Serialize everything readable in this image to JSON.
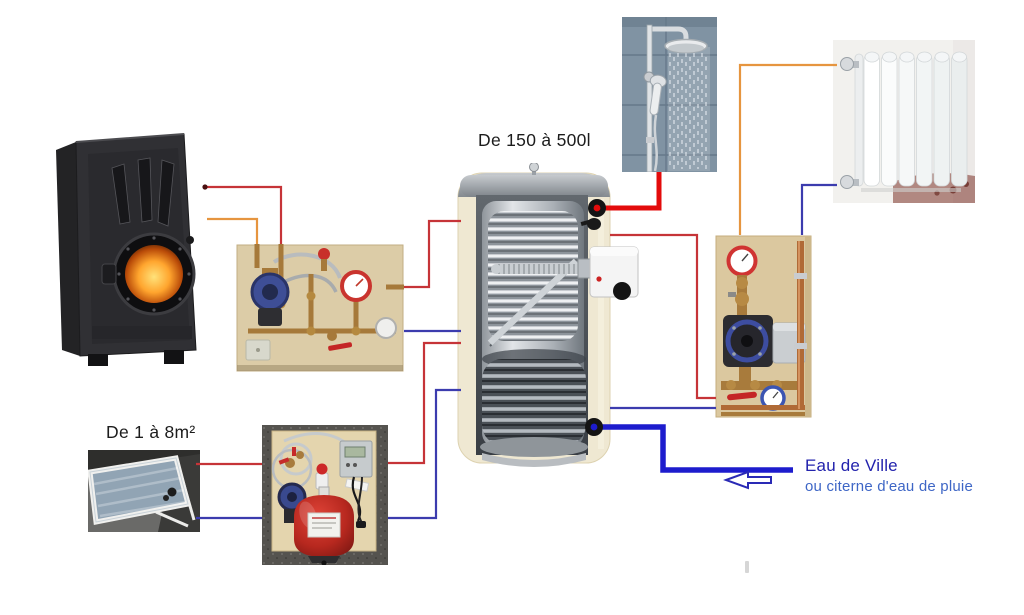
{
  "labels": {
    "tank_capacity": "De 150 à 500l",
    "solar_area": "De 1 à 8m²",
    "water_main": "Eau de Ville",
    "water_main_alt": "ou citerne d'eau de pluie"
  },
  "components": [
    "wood-stove-photo",
    "loading-unit-pump-group-photo",
    "buffer-tank-cutaway-with-coils-and-electric-heater",
    "shower-photo",
    "radiator-photo",
    "heating-pump-station-photo",
    "solar-collector-panel-photo",
    "solar-station-with-expansion-vessel-photo"
  ],
  "colors": {
    "line_red": "#c63438",
    "line_orange": "#e6953f",
    "line_blue": "#3c3cae",
    "line_thick_red": "#e30b0b",
    "line_thick_blue": "#1d1ccd",
    "text_dark_blue": "#2323ad",
    "text_medium_blue": "#3e66c6",
    "label_text": "#1c1c1c"
  },
  "connections": [
    {
      "from": "wood-stove",
      "to": "loading-unit",
      "color": "red"
    },
    {
      "from": "wood-stove",
      "to": "loading-unit",
      "color": "orange"
    },
    {
      "from": "loading-unit",
      "to": "buffer-tank",
      "color": "red"
    },
    {
      "from": "loading-unit",
      "to": "buffer-tank",
      "color": "blue"
    },
    {
      "from": "solar-collector",
      "to": "solar-station",
      "color": "red"
    },
    {
      "from": "solar-collector",
      "to": "solar-station",
      "color": "blue"
    },
    {
      "from": "solar-station",
      "to": "buffer-tank",
      "color": "red"
    },
    {
      "from": "solar-station",
      "to": "buffer-tank",
      "color": "blue"
    },
    {
      "from": "buffer-tank",
      "to": "shower",
      "color": "thick-red"
    },
    {
      "from": "buffer-tank",
      "to": "heating-pump-station",
      "color": "red"
    },
    {
      "from": "buffer-tank",
      "to": "heating-pump-station",
      "color": "blue"
    },
    {
      "from": "buffer-tank",
      "to": "water-main-inlet",
      "color": "thick-blue"
    },
    {
      "from": "radiator",
      "to": "heating-pump-station",
      "color": "orange"
    },
    {
      "from": "radiator",
      "to": "heating-pump-station",
      "color": "blue"
    }
  ]
}
